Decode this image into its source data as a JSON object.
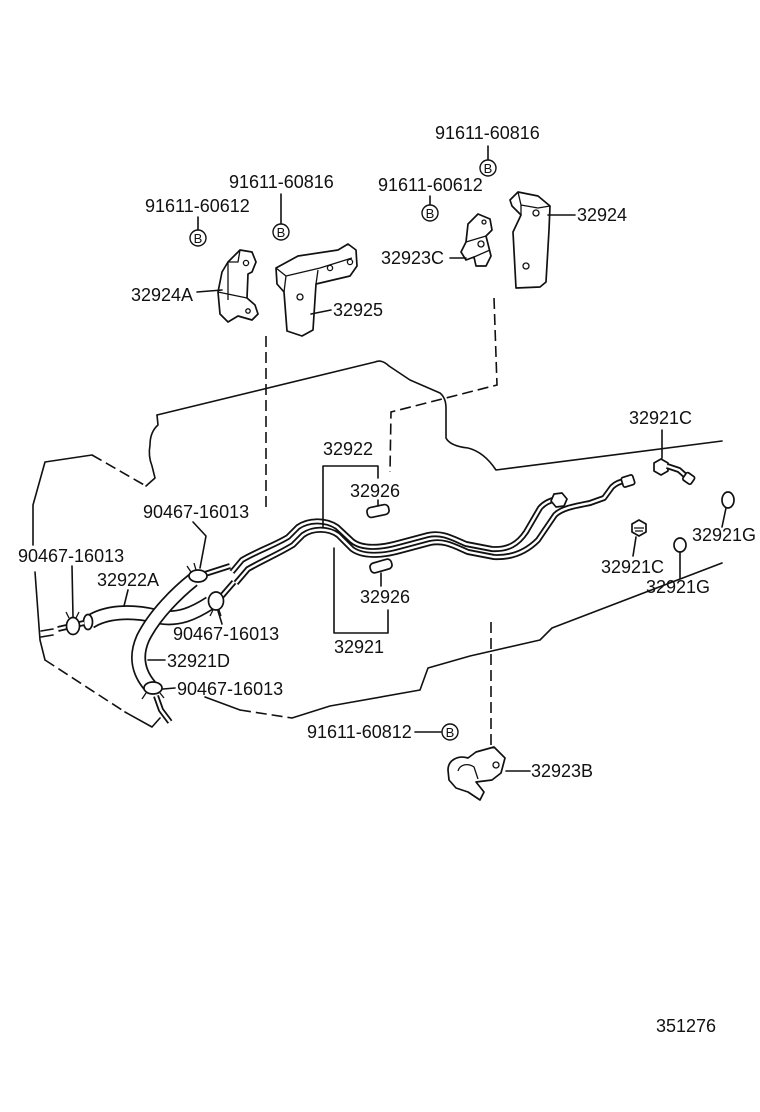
{
  "marker": "B",
  "figure_number": "351276",
  "labels": [
    "91611-60816",
    "91611-60612",
    "32924",
    "32923C",
    "91611-60816",
    "91611-60612",
    "32924A",
    "32925",
    "32921C",
    "32922",
    "32926",
    "90467-16013",
    "32921G",
    "90467-16013",
    "32921C",
    "32922A",
    "32921G",
    "32926",
    "90467-16013",
    "32921",
    "32921D",
    "90467-16013",
    "91611-60812",
    "32923B"
  ]
}
